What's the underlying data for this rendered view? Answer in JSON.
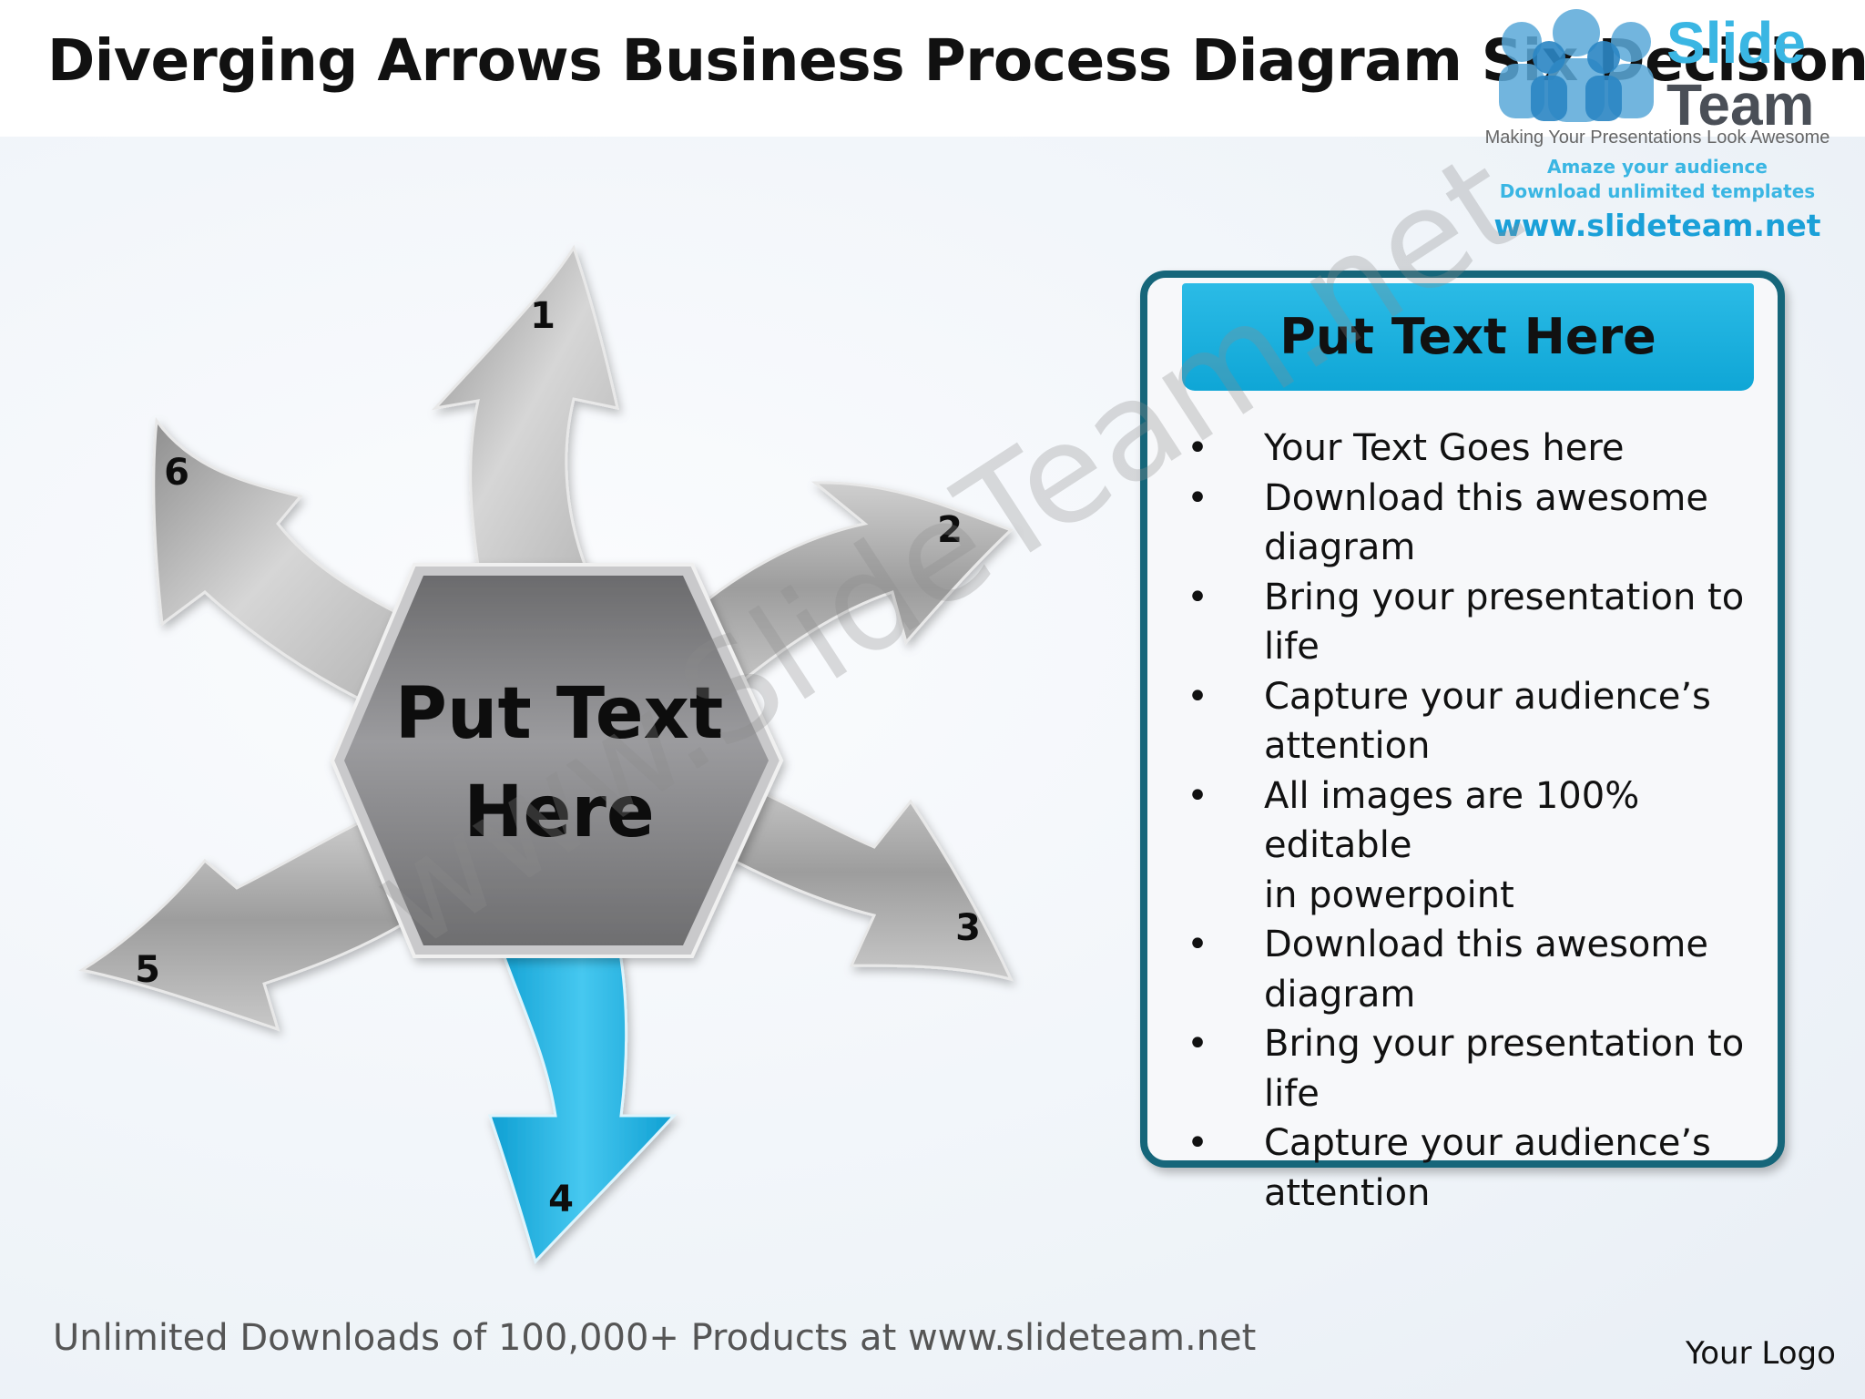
{
  "slide": {
    "title": "Diverging Arrows Business Process Diagram Six Decisions"
  },
  "diagram": {
    "center_line1": "Put Text",
    "center_line2": "Here",
    "arrows": [
      {
        "label": "1",
        "color": "#a9a9a9"
      },
      {
        "label": "2",
        "color": "#a9a9a9"
      },
      {
        "label": "3",
        "color": "#a9a9a9"
      },
      {
        "label": "4",
        "color": "#18b2e6"
      },
      {
        "label": "5",
        "color": "#a9a9a9"
      },
      {
        "label": "6",
        "color": "#a9a9a9"
      }
    ],
    "hexagon_color": "#7a7a7c"
  },
  "textbox": {
    "header": "Put Text Here",
    "header_color": "#18b2e6",
    "border_color": "#16667a",
    "bullet_char": "•",
    "bullets": [
      {
        "lines": [
          "Your Text Goes here"
        ]
      },
      {
        "lines": [
          "Download this awesome",
          "diagram"
        ]
      },
      {
        "lines": [
          "Bring your presentation to life"
        ]
      },
      {
        "lines": [
          "Capture your audience’s",
          "attention"
        ]
      },
      {
        "lines": [
          "All images are 100% editable",
          "in powerpoint"
        ]
      },
      {
        "lines": [
          "Download this awesome",
          "diagram"
        ]
      },
      {
        "lines": [
          "Bring your presentation to life"
        ]
      },
      {
        "lines": [
          "Capture your audience’s",
          "attention"
        ]
      }
    ]
  },
  "logo": {
    "word1": "Slide",
    "word2": "Team",
    "tagline": "Making Your Presentations Look Awesome",
    "line1": "Amaze your audience",
    "line2": "Download unlimited templates",
    "url": "www.slideteam.net",
    "icon": "people-group-icon"
  },
  "watermark": "www.SlideTeam.net",
  "footer": {
    "text": "Unlimited Downloads of 100,000+ Products at www.slideteam.net",
    "logo_text": "Your Logo"
  }
}
